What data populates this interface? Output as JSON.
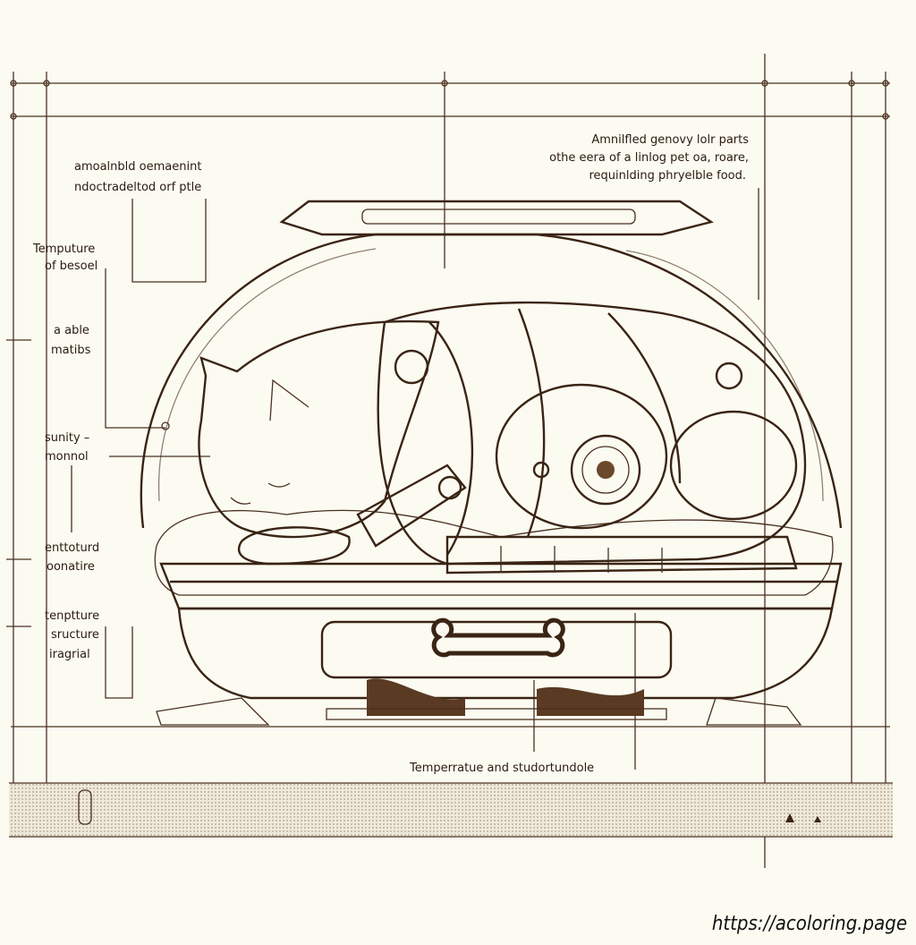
{
  "labels": {
    "top_left": [
      "amoalnbld oemaenint",
      "ndoctradeltod orf ptle"
    ],
    "temperature_vessel": [
      "Temputure",
      "of besoel"
    ],
    "able_matibs": [
      "a able",
      "matibs"
    ],
    "sunity_monnol": [
      "sunity –",
      "monnol"
    ],
    "enttoturd": [
      "enttoturd",
      "oonatire"
    ],
    "tenptture": [
      "tenptture",
      "sructure",
      "iragrial"
    ],
    "top_right": [
      "Amnilfled genovy lolr parts",
      "othe eera of a linlog pet oa,  roare,",
      "requinlding phryelble food."
    ],
    "bottom": "Temperratue and studortundole"
  },
  "watermark": "https://acoloring.page",
  "colors": {
    "ink": "#3a2414",
    "paper": "#fcfbf1",
    "tint": "#f3e8d4"
  }
}
